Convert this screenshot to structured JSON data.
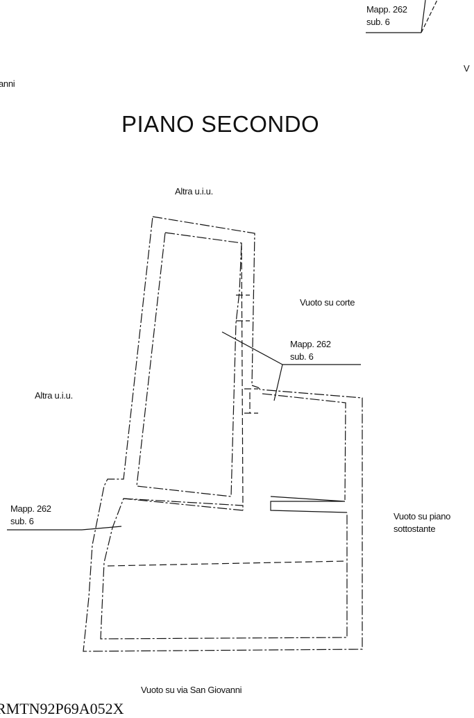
{
  "title": "PIANO SECONDO",
  "labels": {
    "top_mapp_line1": "Mapp. 262",
    "top_mapp_line2": "sub. 6",
    "top_right_fragment": "V",
    "top_left_fragment": "anni",
    "altra_top": "Altra u.i.u.",
    "vuoto_corte": "Vuoto su corte",
    "mid_mapp_line1": "Mapp. 262",
    "mid_mapp_line2": "sub. 6",
    "altra_left": "Altra u.i.u.",
    "left_mapp_line1": "Mapp. 262",
    "left_mapp_line2": "sub. 6",
    "vuoto_piano_line1": "Vuoto su piano",
    "vuoto_piano_line2": "sottostante",
    "vuoto_via": "Vuoto su via San Giovanni"
  },
  "footer_code": "RMTN92P69A052X"
}
